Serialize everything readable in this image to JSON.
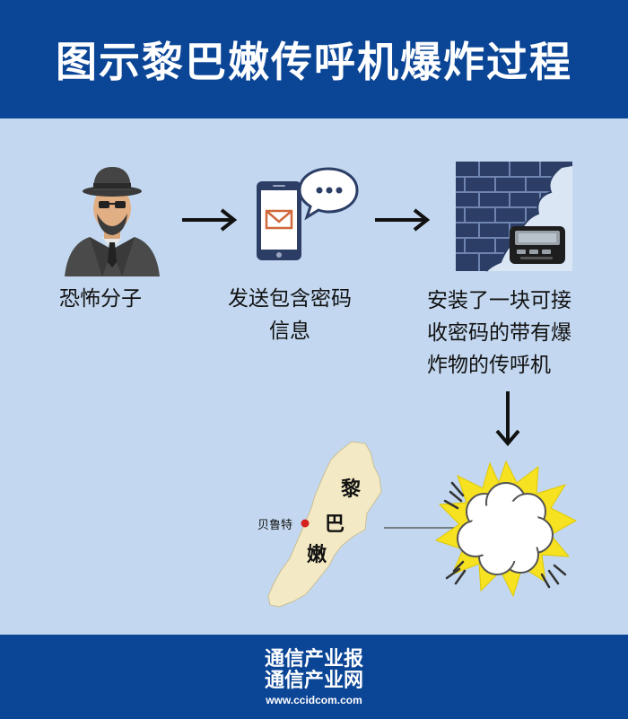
{
  "header": {
    "title": "图示黎巴嫩传呼机爆炸过程"
  },
  "steps": [
    {
      "label": "恐怖分子",
      "icon": "terrorist-icon"
    },
    {
      "label_line1": "发送包含密码",
      "label_line2": "信息",
      "icon": "phone-message-icon"
    },
    {
      "label_line1": "安装了一块可接",
      "label_line2": "收密码的带有爆",
      "label_line3": "炸物的传呼机",
      "icon": "pager-wall-icon"
    }
  ],
  "map": {
    "char1": "黎",
    "char2": "巴",
    "char3": "嫩",
    "city": "贝鲁特"
  },
  "footer": {
    "line1": "通信产业报",
    "line2": "通信产业网",
    "url": "www.ccidcom.com"
  },
  "colors": {
    "header_bg": "#0b4596",
    "panel_bg": "#c3d8f0",
    "map_fill": "#f3e9c4",
    "explosion_yellow": "#f6e221",
    "city_dot": "#d62020"
  }
}
